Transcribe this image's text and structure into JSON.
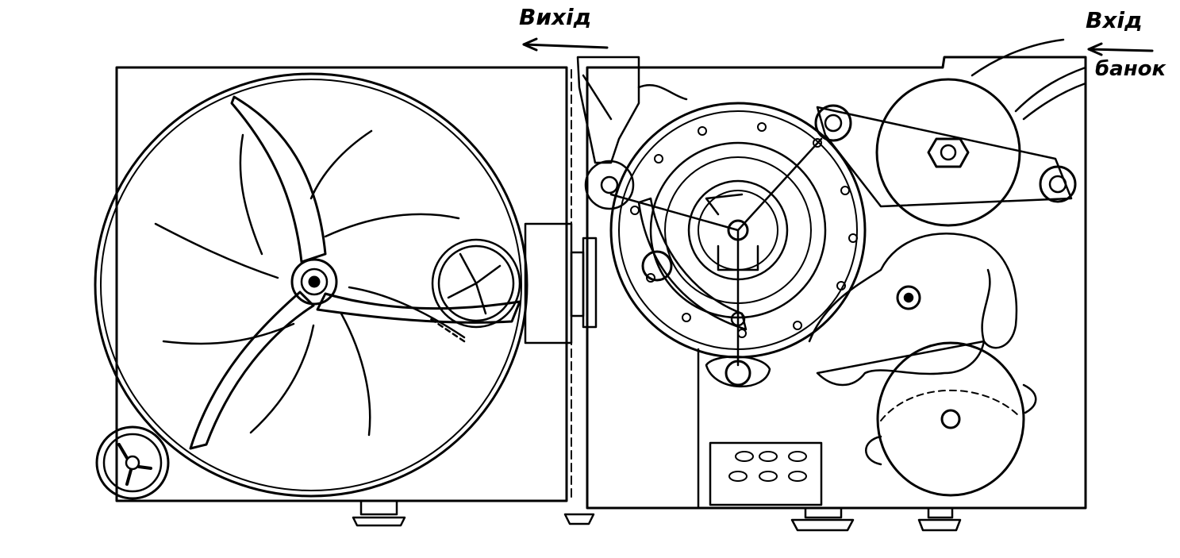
{
  "labels": {
    "outlet": "Вихід",
    "inlet_line1": "Вхід",
    "inlet_line2": "банок"
  },
  "colors": {
    "ink": "#000000",
    "paper": "#ffffff"
  }
}
